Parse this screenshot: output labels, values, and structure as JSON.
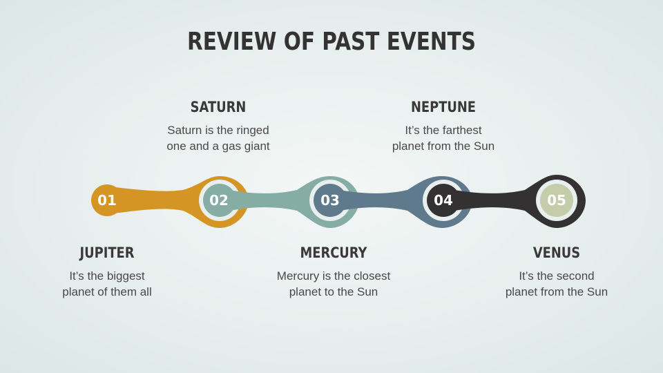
{
  "title": "REVIEW OF PAST EVENTS",
  "colors": {
    "c1": "#d49524",
    "c2": "#86ada4",
    "c3": "#5f7a8c",
    "c4": "#333132",
    "c5": "#c5ccaa"
  },
  "events": [
    {
      "number": "01",
      "name": "JUPITER",
      "description_line1": "It’s the biggest",
      "description_line2": "planet of them all"
    },
    {
      "number": "02",
      "name": "SATURN",
      "description_line1": "Saturn is the ringed",
      "description_line2": "one and a gas giant"
    },
    {
      "number": "03",
      "name": "MERCURY",
      "description_line1": "Mercury is the closest",
      "description_line2": "planet to the Sun"
    },
    {
      "number": "04",
      "name": "NEPTUNE",
      "description_line1": "It’s the farthest",
      "description_line2": "planet from the Sun"
    },
    {
      "number": "05",
      "name": "VENUS",
      "description_line1": "It’s the second",
      "description_line2": "planet from the Sun"
    }
  ]
}
